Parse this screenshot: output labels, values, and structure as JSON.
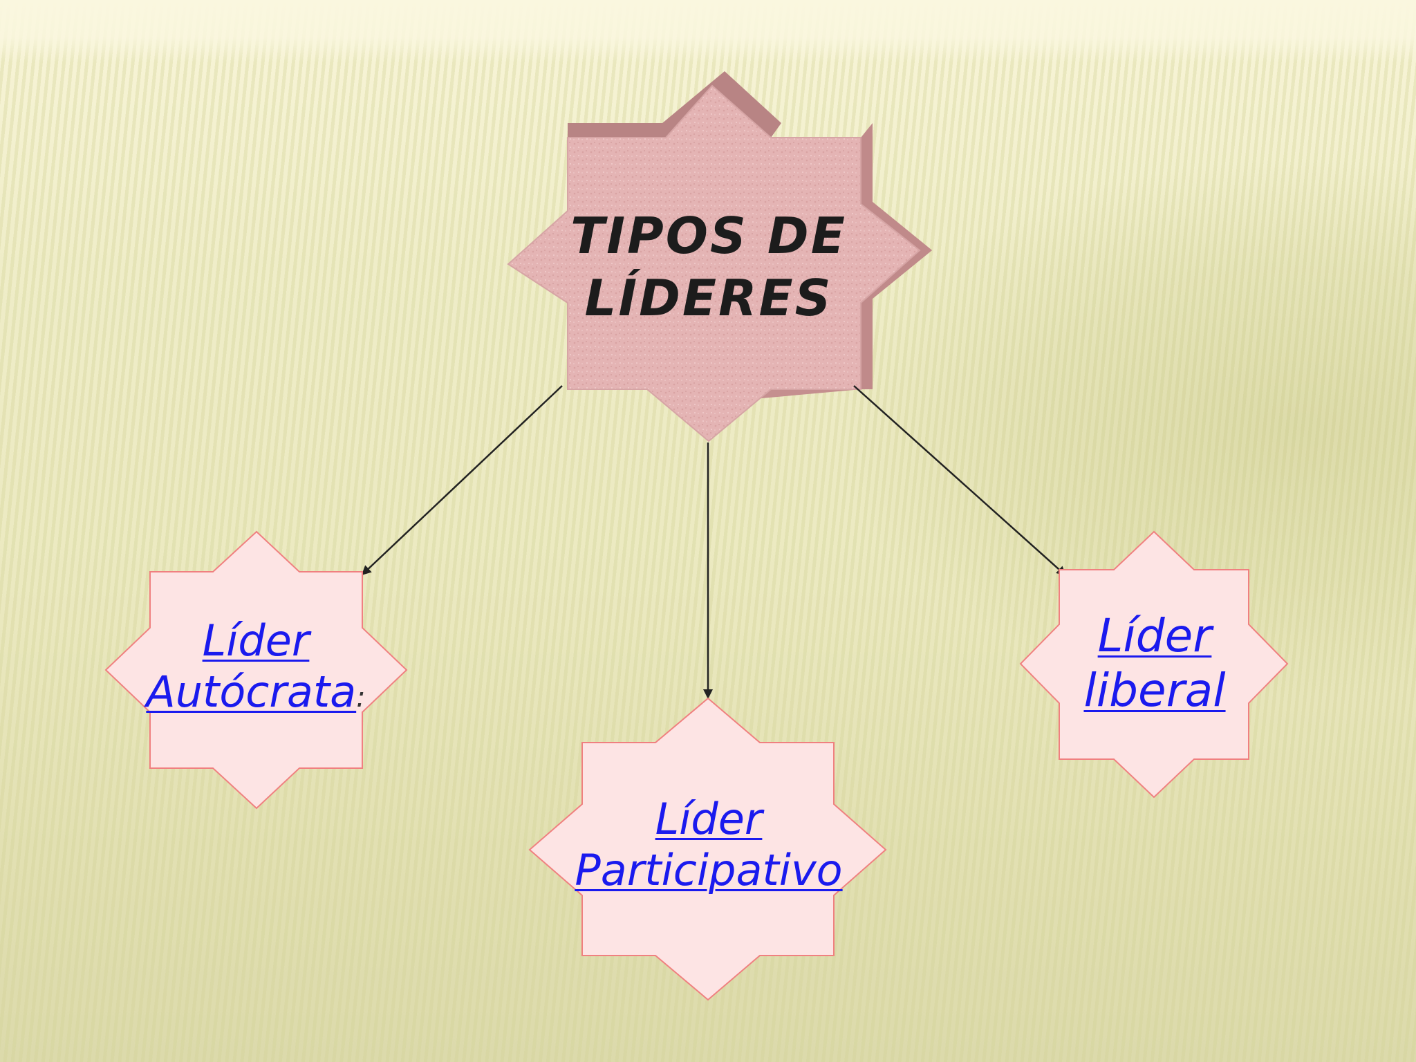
{
  "title": {
    "line1": "TIPOS DE",
    "line2": "LÍDERES"
  },
  "nodes": [
    {
      "id": "autocrata",
      "line1": "Líder ",
      "line2": "Autócrata",
      "suffix": ":"
    },
    {
      "id": "participativo",
      "line1": "Líder ",
      "line2": "Participativo"
    },
    {
      "id": "liberal",
      "line1": "Líder ",
      "line2": "liberal"
    }
  ],
  "colors": {
    "link_text": "#1a1aee",
    "title_text": "#1c1c1c",
    "central_star_fill": "#e6b7b7",
    "central_star_side": "#c99595",
    "child_star_fill": "#fde4e4",
    "child_star_stroke": "#f08080",
    "arrow": "#222222"
  }
}
